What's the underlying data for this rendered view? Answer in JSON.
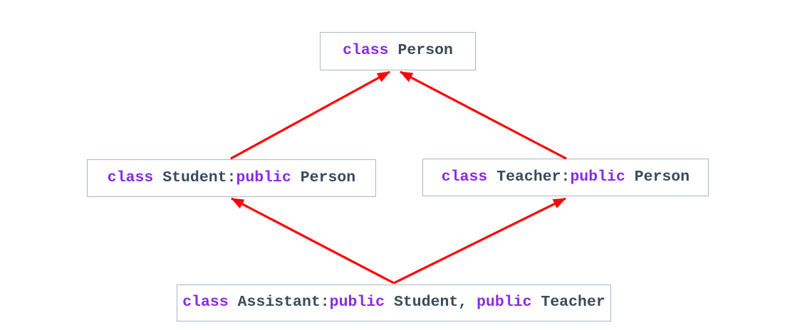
{
  "diagram": {
    "kind": "cpp-class-inheritance-diamond",
    "boxes": [
      {
        "name": "Person",
        "segments": [
          {
            "text": "class",
            "role": "keyword"
          },
          {
            "text": " Person",
            "role": "identifier"
          }
        ]
      },
      {
        "name": "Student",
        "segments": [
          {
            "text": "class",
            "role": "keyword"
          },
          {
            "text": " Student:",
            "role": "identifier"
          },
          {
            "text": "public",
            "role": "keyword"
          },
          {
            "text": " Person",
            "role": "identifier"
          }
        ]
      },
      {
        "name": "Teacher",
        "segments": [
          {
            "text": "class",
            "role": "keyword"
          },
          {
            "text": " Teacher:",
            "role": "identifier"
          },
          {
            "text": "public",
            "role": "keyword"
          },
          {
            "text": " Person",
            "role": "identifier"
          }
        ]
      },
      {
        "name": "Assistant",
        "segments": [
          {
            "text": "class",
            "role": "keyword"
          },
          {
            "text": " Assistant:",
            "role": "identifier"
          },
          {
            "text": "public",
            "role": "keyword"
          },
          {
            "text": " Student, ",
            "role": "identifier"
          },
          {
            "text": "public",
            "role": "keyword"
          },
          {
            "text": " Teacher",
            "role": "identifier"
          }
        ]
      }
    ],
    "arrows": [
      {
        "from": "Student",
        "to": "Person"
      },
      {
        "from": "Teacher",
        "to": "Person"
      },
      {
        "from": "Assistant",
        "to": "Student"
      },
      {
        "from": "Assistant",
        "to": "Teacher"
      }
    ],
    "colors": {
      "keyword": "#8A2BE2",
      "identifier": "#3A4B5A",
      "arrow": "#FF0000",
      "box_border": "#ABB7C3",
      "box_background": "#FFFFFF",
      "page_background": "#FFFFFF"
    }
  }
}
